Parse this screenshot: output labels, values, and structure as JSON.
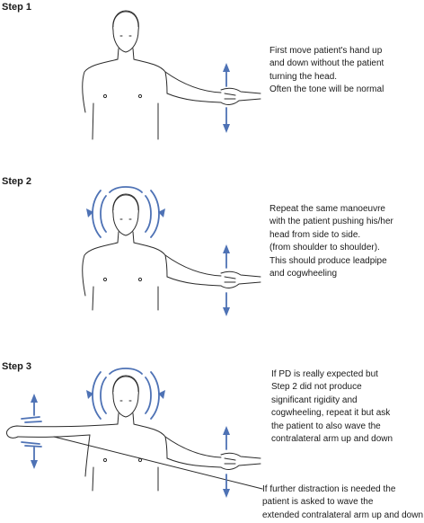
{
  "steps": [
    {
      "label": "Step 1",
      "lines": [
        "First move patient's hand up",
        "and down without the patient",
        "turning the head.",
        "Often the tone will be normal"
      ]
    },
    {
      "label": "Step 2",
      "lines": [
        "Repeat the same manoeuvre",
        "with the patient pushing his/her",
        "head from side to side.",
        "(from shoulder to shoulder).",
        "This should produce leadpipe",
        "and cogwheeling"
      ]
    },
    {
      "label": "Step 3",
      "lines": [
        "If PD is really expected but",
        "Step 2 did not produce",
        "significant rigidity and",
        "cogwheeling, repeat it but ask",
        "the patient to also wave the",
        "contralateral arm up and down"
      ],
      "extra_lines": [
        "If further distraction is needed the",
        "patient is asked to wave the",
        "extended contralateral arm up and down"
      ]
    }
  ],
  "colors": {
    "arrow": "#4e72b5",
    "line": "#2a2a2a",
    "text": "#1a1a1a"
  }
}
